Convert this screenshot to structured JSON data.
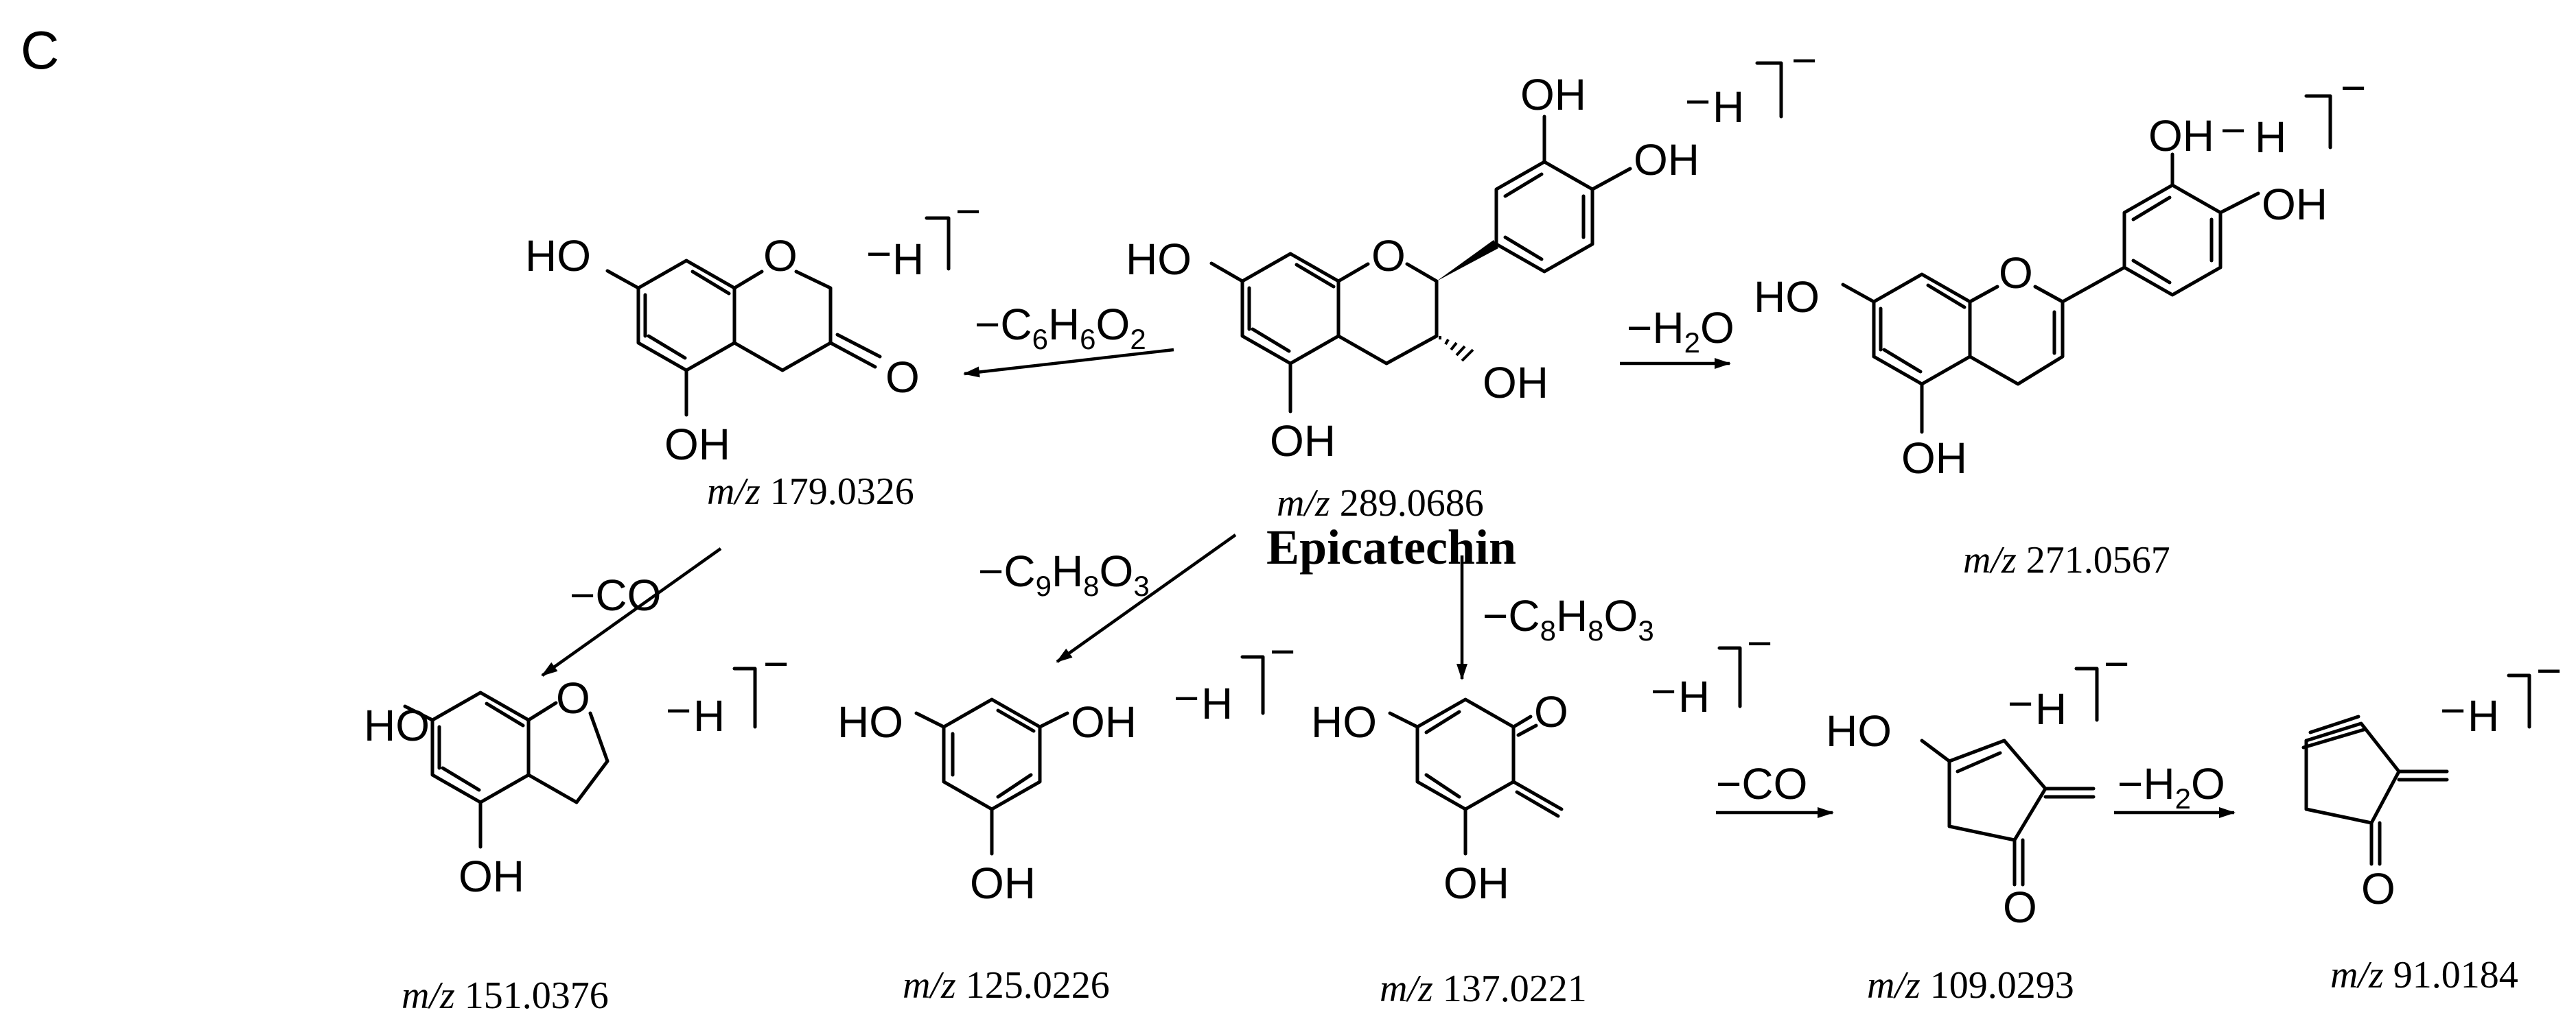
{
  "panel_label": "C",
  "atoms": {
    "hydroxyl": "OH",
    "hydroxyl_left": "HO",
    "oxygen": "O",
    "hydrogen": "H"
  },
  "deprotonation": {
    "minus": "−",
    "charge": "−"
  },
  "parent": {
    "name": "Epicatechin",
    "mz_prefix": "m/z",
    "mz_value": "289.0686"
  },
  "losses": [
    {
      "id": "loss-c6h6o2",
      "minus": "−",
      "parts": [
        "C",
        "6",
        "H",
        "6",
        "O",
        "2"
      ]
    },
    {
      "id": "loss-h2o-a",
      "minus": "−",
      "parts": [
        "H",
        "2",
        "O"
      ]
    },
    {
      "id": "loss-co-a",
      "minus": "−",
      "parts": [
        "CO"
      ]
    },
    {
      "id": "loss-c9h8o3",
      "minus": "−",
      "parts": [
        "C",
        "9",
        "H",
        "8",
        "O",
        "3"
      ]
    },
    {
      "id": "loss-c8h8o3",
      "minus": "−",
      "parts": [
        "C",
        "8",
        "H",
        "8",
        "O",
        "3"
      ]
    },
    {
      "id": "loss-co-b",
      "minus": "−",
      "parts": [
        "CO"
      ]
    },
    {
      "id": "loss-h2o-b",
      "minus": "−",
      "parts": [
        "H",
        "2",
        "O"
      ]
    }
  ],
  "fragments": [
    {
      "id": "frag-179",
      "mz_prefix": "m/z",
      "mz_value": "179.0326"
    },
    {
      "id": "frag-271",
      "mz_prefix": "m/z",
      "mz_value": "271.0567"
    },
    {
      "id": "frag-151",
      "mz_prefix": "m/z",
      "mz_value": "151.0376"
    },
    {
      "id": "frag-125",
      "mz_prefix": "m/z",
      "mz_value": "125.0226"
    },
    {
      "id": "frag-137",
      "mz_prefix": "m/z",
      "mz_value": "137.0221"
    },
    {
      "id": "frag-109",
      "mz_prefix": "m/z",
      "mz_value": "109.0293"
    },
    {
      "id": "frag-91",
      "mz_prefix": "m/z",
      "mz_value": "91.0184"
    }
  ]
}
